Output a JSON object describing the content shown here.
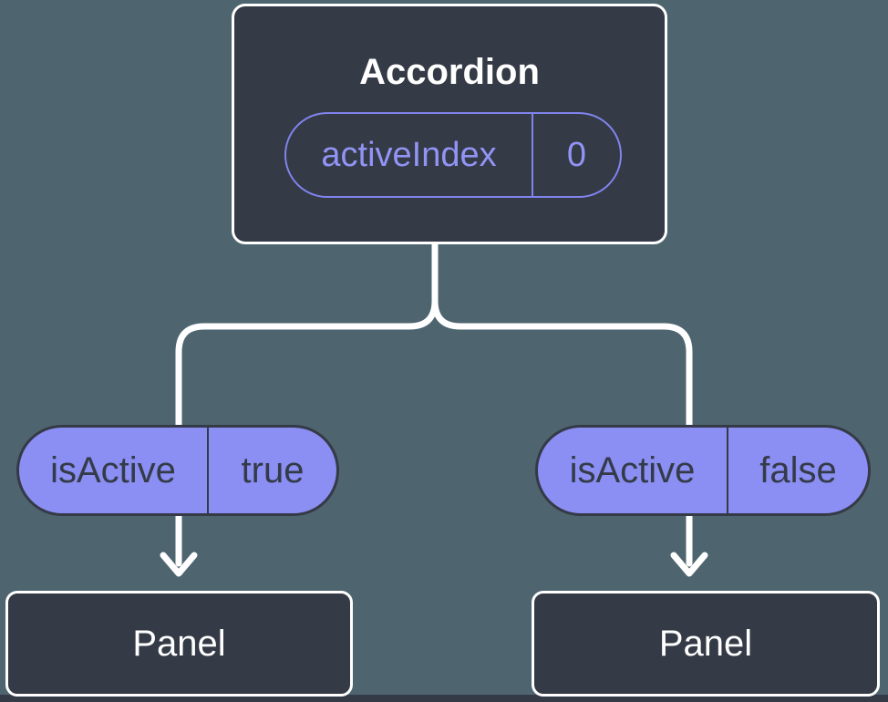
{
  "colors": {
    "background": "#4e6570",
    "node-fill": "#343a46",
    "node-border": "#ffffff",
    "node-text": "#ffffff",
    "pill-fill": "#8b8ef2",
    "pill-outline": "#8184ee",
    "pill-purple-text": "#9194f4",
    "pill-dark-text": "#343b48",
    "connector": "#ffffff"
  },
  "root": {
    "title": "Accordion",
    "state": {
      "name": "activeIndex",
      "value": "0"
    }
  },
  "children": [
    {
      "prop": {
        "name": "isActive",
        "value": "true"
      },
      "label": "Panel"
    },
    {
      "prop": {
        "name": "isActive",
        "value": "false"
      },
      "label": "Panel"
    }
  ]
}
